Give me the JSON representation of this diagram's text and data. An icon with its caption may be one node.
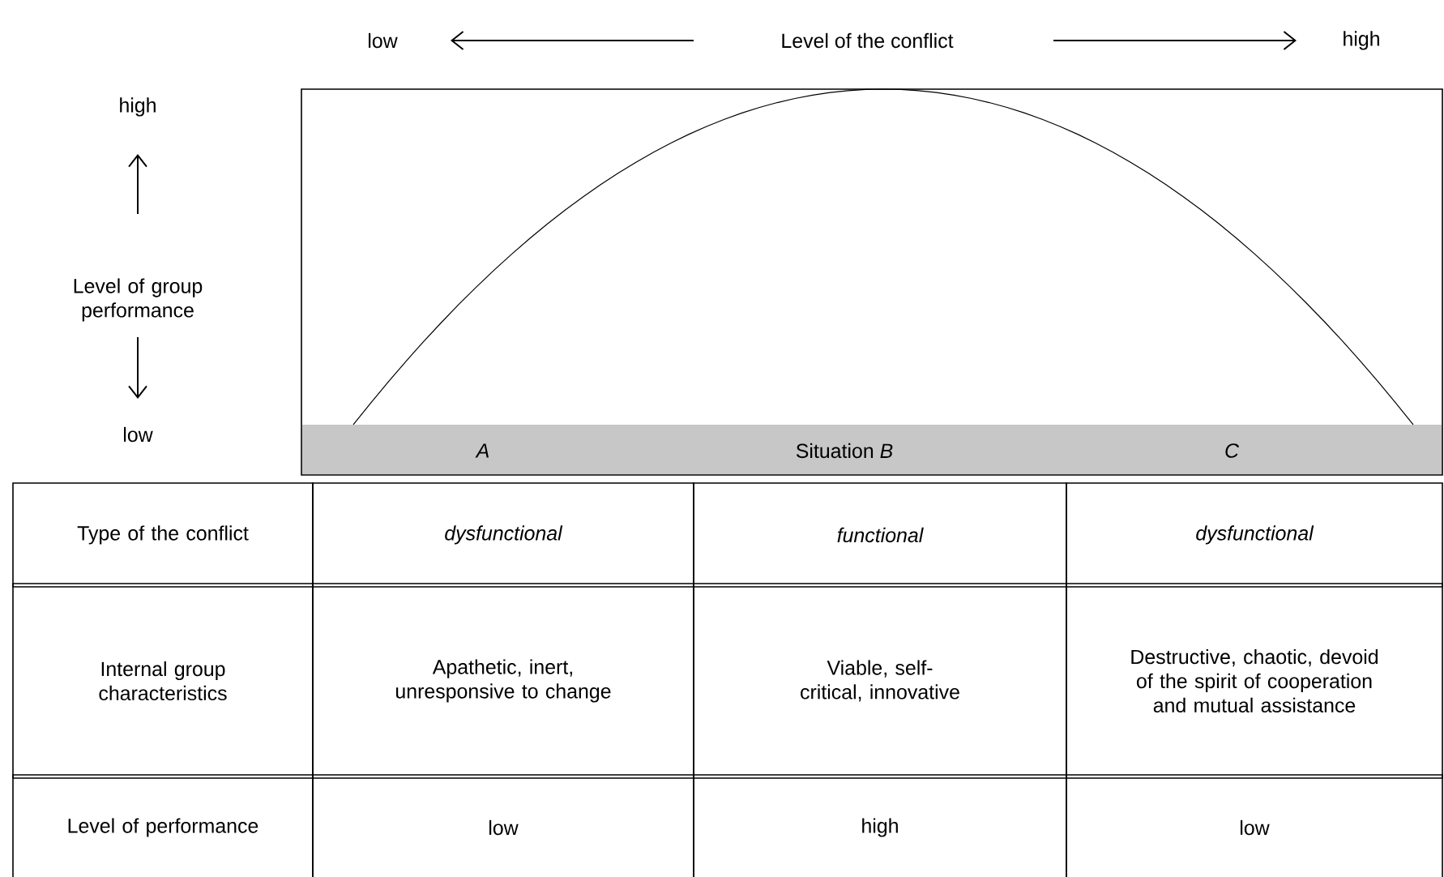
{
  "diagram": {
    "labels": [
      "low",
      "Level of the conflict",
      "high",
      "high",
      "Level of group performance",
      "low",
      "A",
      "Situation *B*",
      "C",
      "Type of the conflict",
      "dysfunctional",
      "functional",
      "dysfunctional",
      "Internal group characteristics",
      "Apathetic, inert, unresponsive to change",
      "Viable, self-critical, innovative",
      "Destructive, chaotic, devoid of the spirit of cooperation and mutual assistance",
      "Level of performance",
      "low",
      "high",
      "low"
    ]
  }
}
